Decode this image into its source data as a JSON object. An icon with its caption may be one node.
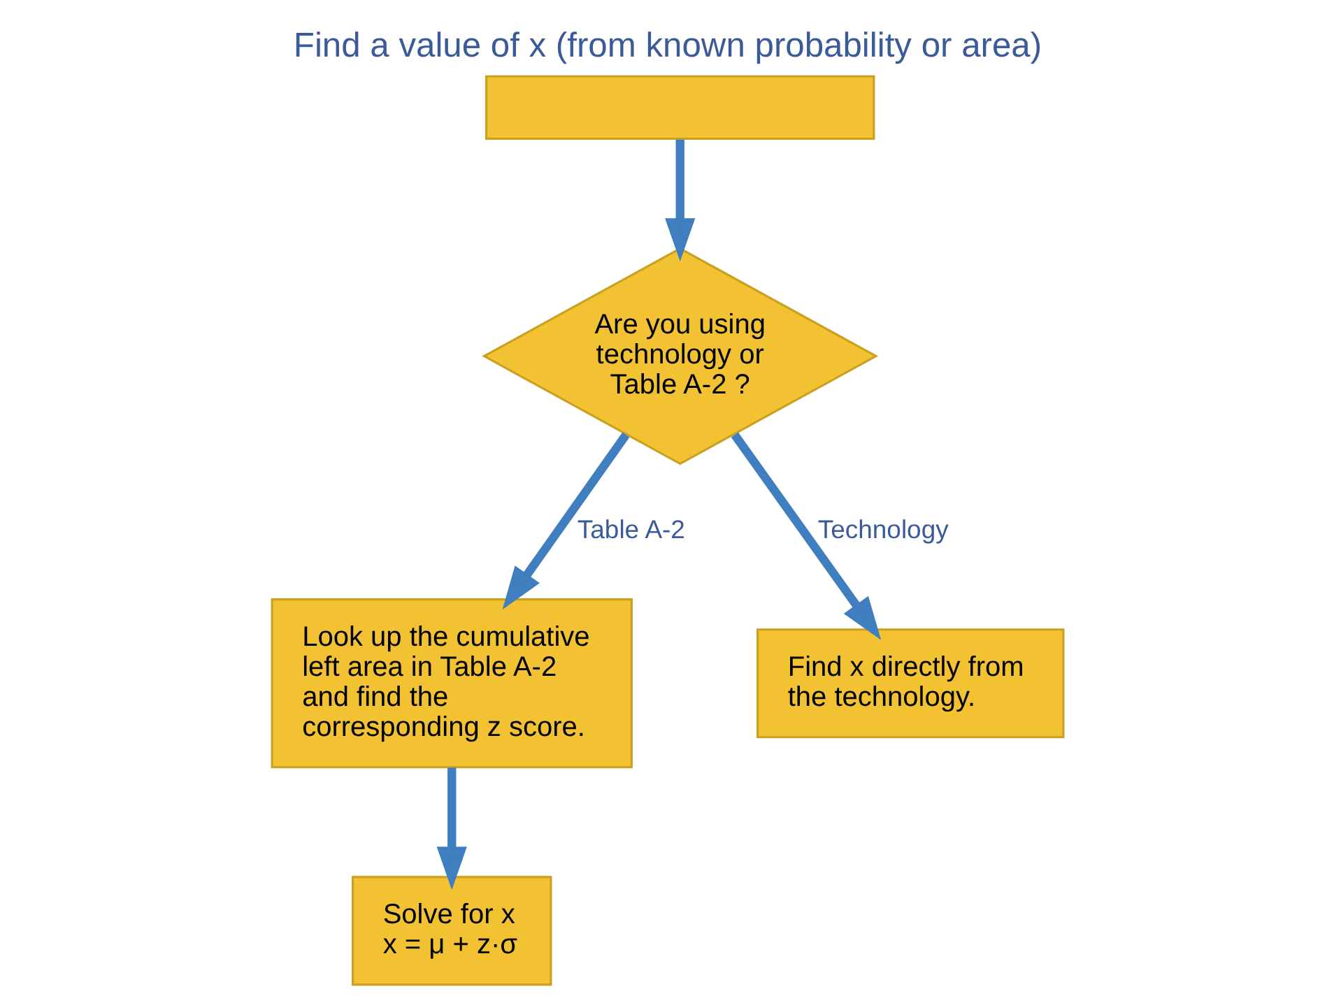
{
  "diagram": {
    "title": "Find a value of x (from known probability or area)",
    "nodes": [
      {
        "text": [],
        "shape": "box"
      },
      {
        "text": [
          "Are you using technology or Table A-2 ?"
        ]
      },
      {
        "text": [
          "Look up the cumulative left area in Table A-2 and find the corresponding z score."
        ]
      },
      {
        "text": [
          "Find x directly from the technology."
        ]
      },
      {
        "text": [
          "Solve for x",
          "x = μ + z·σ"
        ]
      }
    ],
    "edges": [
      {
        "from": 0,
        "to": 1,
        "arrow": "to"
      },
      {
        "from": 1,
        "to": 2,
        "arrow": "to",
        "label": "Table A-2"
      },
      {
        "from": 1,
        "to": 3,
        "arrow": "to",
        "label": "Technology"
      },
      {
        "from": 2,
        "to": 4,
        "arrow": "to"
      }
    ]
  }
}
